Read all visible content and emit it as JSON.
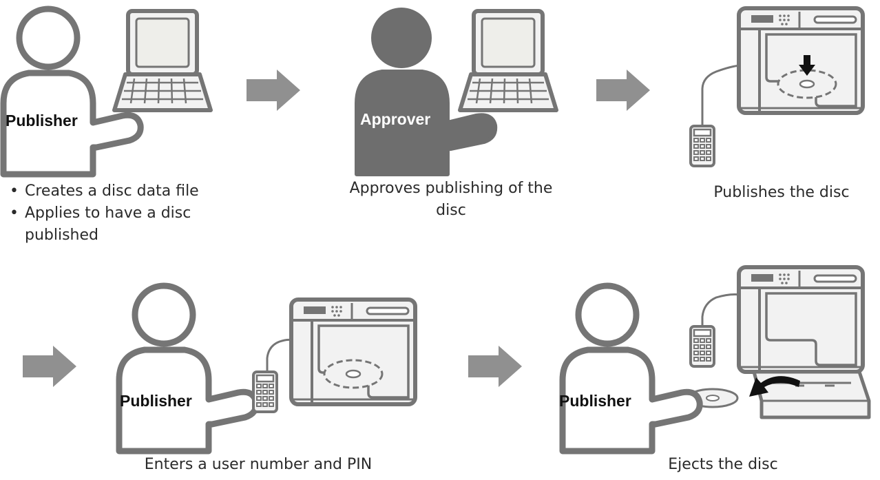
{
  "colors": {
    "outline": "#757575",
    "person_fill": "#6e6e6e",
    "device_fill": "#f2f2f2",
    "screen_fill": "#eeeeea",
    "arrow": "#909090",
    "text": "#2a2a2a"
  },
  "steps": [
    {
      "id": "step1",
      "role_label": "Publisher",
      "bullets": [
        "Creates a disc data file",
        "Applies to have a disc published"
      ]
    },
    {
      "id": "step2",
      "role_label": "Approver",
      "caption": "Approves publishing of the disc"
    },
    {
      "id": "step3",
      "caption": "Publishes the disc"
    },
    {
      "id": "step4",
      "role_label": "Publisher",
      "caption": "Enters a user number and PIN"
    },
    {
      "id": "step5",
      "role_label": "Publisher",
      "caption": "Ejects the disc"
    }
  ],
  "icons": [
    "person-outline-icon",
    "person-filled-icon",
    "laptop-icon",
    "disc-publisher-icon",
    "keypad-icon",
    "disc-icon",
    "flow-arrow-icon",
    "eject-arrow-icon",
    "down-arrow-icon"
  ]
}
